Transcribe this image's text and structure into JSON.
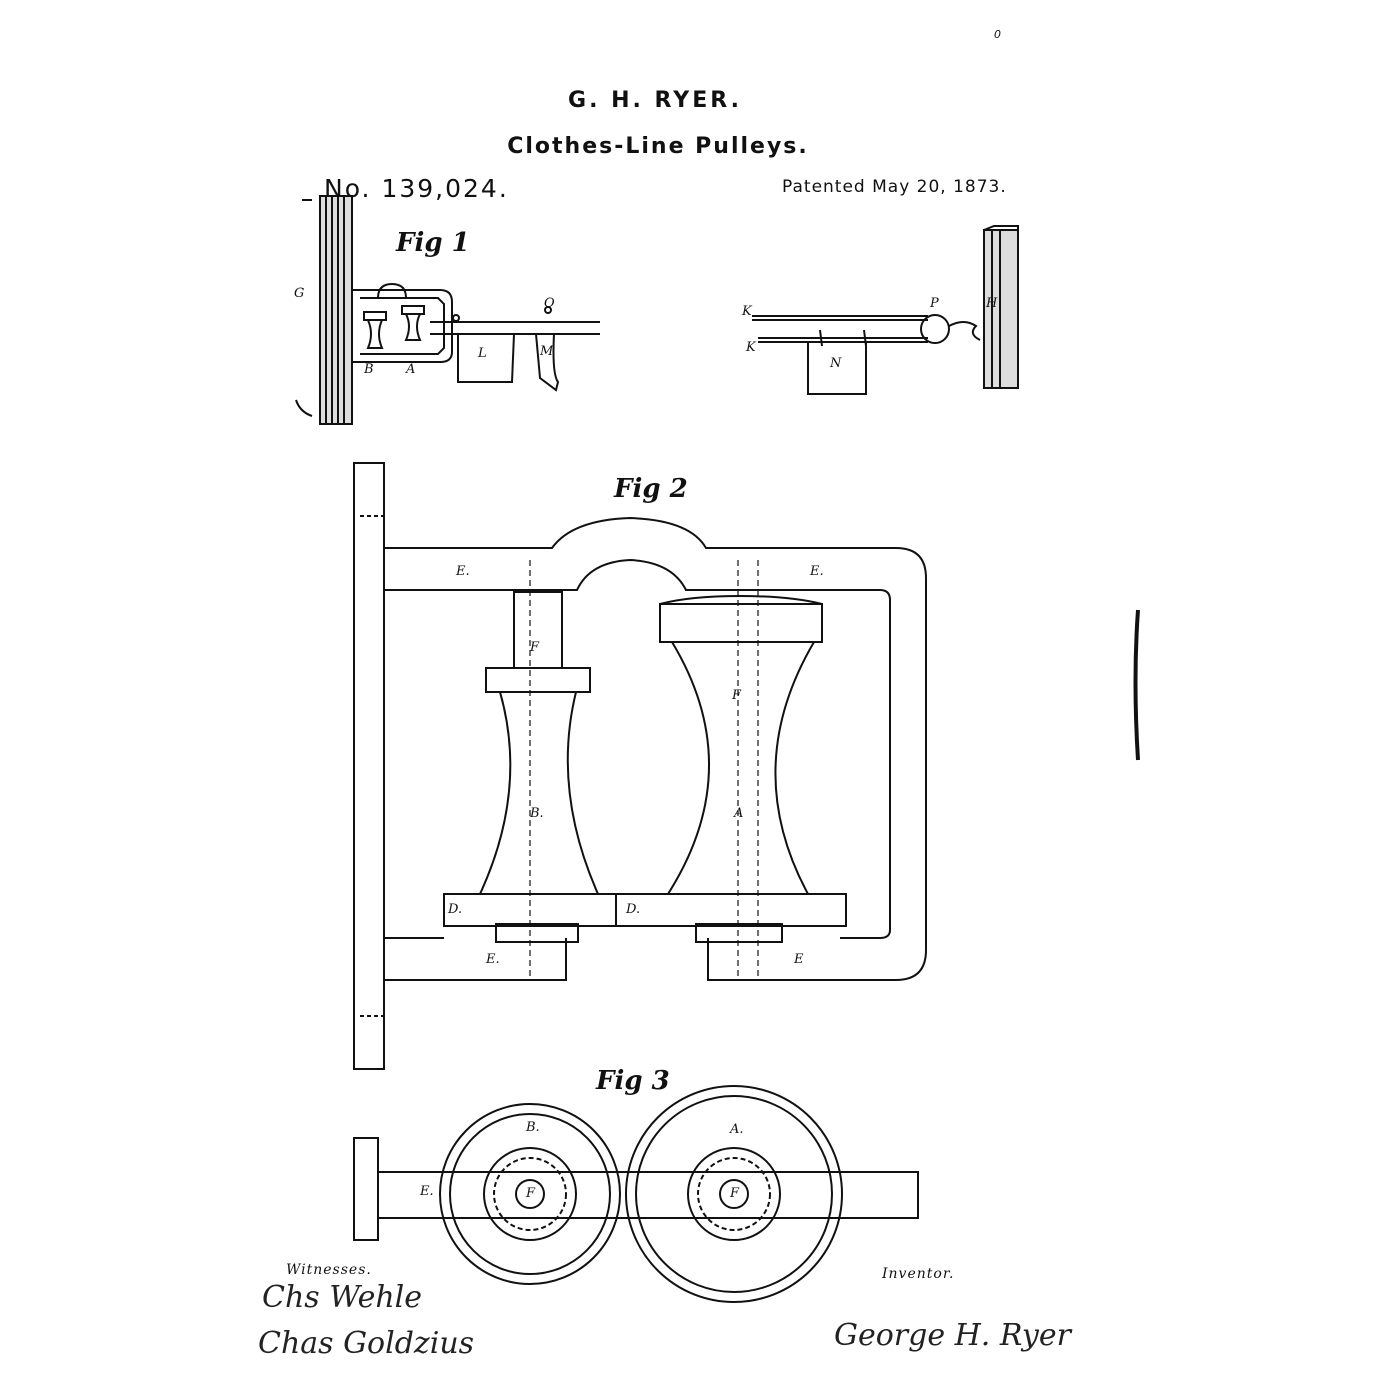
{
  "header": {
    "corner_mark": "0",
    "inventor": "G. H. RYER.",
    "title": "Clothes-Line Pulleys.",
    "patent_number": "No. 139,024.",
    "patent_date": "Patented May 20, 1873."
  },
  "fig1": {
    "label": "Fig 1",
    "parts": [
      "G",
      "B",
      "A",
      "O",
      "L",
      "M",
      "K",
      "K",
      "P",
      "H",
      "N"
    ]
  },
  "fig2": {
    "label": "Fig 2",
    "parts": [
      "E.",
      "E.",
      "F",
      "F",
      "B.",
      "A",
      "D.",
      "D.",
      "E.",
      "E"
    ]
  },
  "fig3": {
    "label": "Fig 3",
    "parts": [
      "B.",
      "A.",
      "E.",
      "F",
      "F"
    ]
  },
  "footer": {
    "witnesses_caption": "Witnesses.",
    "witness_1": "Chs Wehle",
    "witness_2": "Chas Goldzius",
    "inventor_caption": "Inventor.",
    "inventor_signature": "George H. Ryer"
  }
}
